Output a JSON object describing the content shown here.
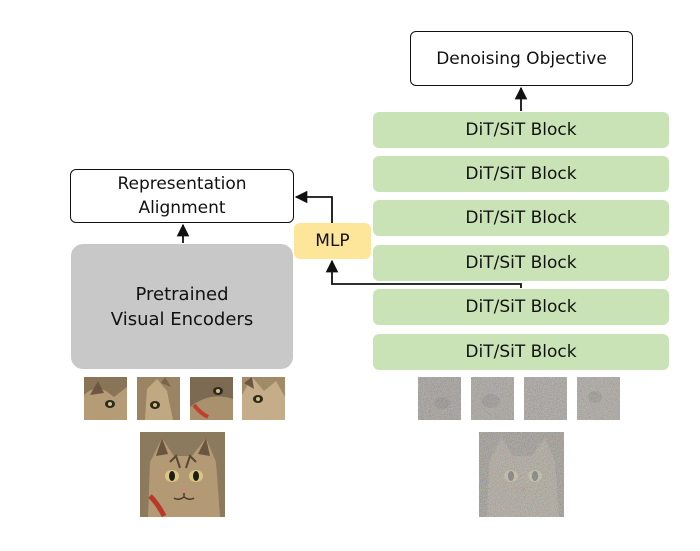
{
  "objective": {
    "label": "Denoising Objective"
  },
  "dit_blocks": [
    {
      "label": "DiT/SiT Block"
    },
    {
      "label": "DiT/SiT Block"
    },
    {
      "label": "DiT/SiT Block"
    },
    {
      "label": "DiT/SiT Block"
    },
    {
      "label": "DiT/SiT Block"
    },
    {
      "label": "DiT/SiT Block"
    }
  ],
  "alignment": {
    "label": "Representation\nAlignment"
  },
  "mlp": {
    "label": "MLP"
  },
  "encoder": {
    "label": "Pretrained\nVisual Encoders"
  },
  "colors": {
    "block_green": "#c9e3b6",
    "mlp_yellow": "#fde69a",
    "encoder_gray": "#c8c8c8",
    "arrow": "#111111"
  },
  "images": {
    "left_patches": "clean cat image patches",
    "left_full": "clean cat image",
    "right_patches": "noisy cat image patches",
    "right_full": "noisy cat image"
  }
}
